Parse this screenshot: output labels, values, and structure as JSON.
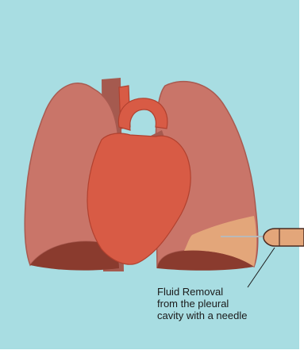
{
  "colors": {
    "background": "#a8dde2",
    "lung": "#c97569",
    "lung_edge": "#a85a50",
    "lung_dark": "#8a3b2e",
    "fluid": "#e3a67a",
    "heart": "#d85b45",
    "heart_edge": "#b1412f",
    "vessel": "#a55a4f",
    "needle": "#b9b9b9",
    "syringe": "#e3a67a",
    "frame": "#ffffff"
  },
  "annotation": {
    "lines": [
      "Fluid Removal",
      "from the pleural",
      "cavity with a needle"
    ]
  }
}
